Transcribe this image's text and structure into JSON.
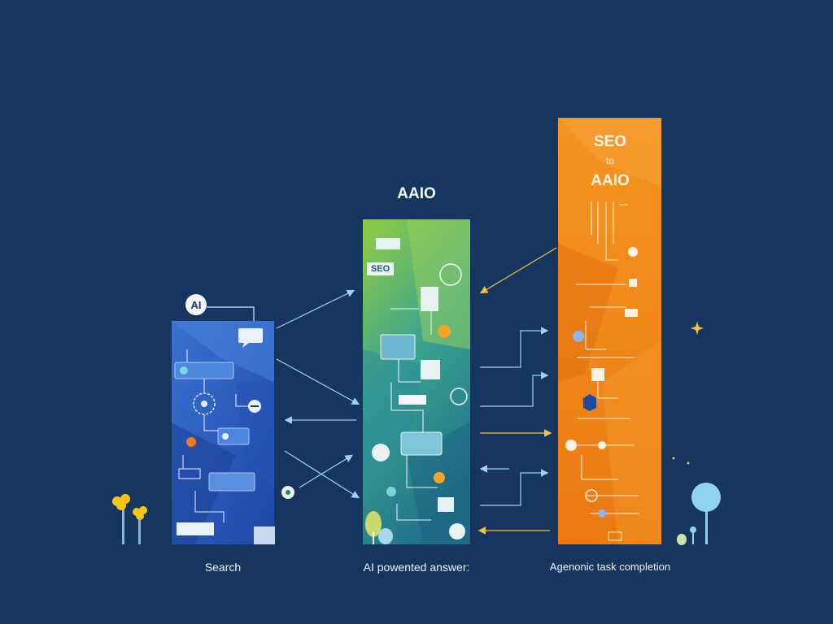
{
  "badges": {
    "ai": "AI",
    "seo": "SEO"
  },
  "columns": {
    "search": {
      "label": "Search",
      "color": "#2f63c4"
    },
    "answers": {
      "title": "AAIO",
      "label": "AI powented answer:",
      "color_top": "#7cc24a",
      "color_bottom": "#2a8f8a"
    },
    "agentic": {
      "title_line1": "SEO",
      "title_line2": "to",
      "title_line3": "AAIO",
      "label": "Agenonic task completion",
      "color": "#f28a1c"
    }
  },
  "colors": {
    "background": "#163660",
    "arrow_light": "#9fd0ee",
    "arrow_gold": "#f2c23a",
    "tree_yellow": "#f5c518",
    "tree_blue": "#8fd3f4"
  }
}
